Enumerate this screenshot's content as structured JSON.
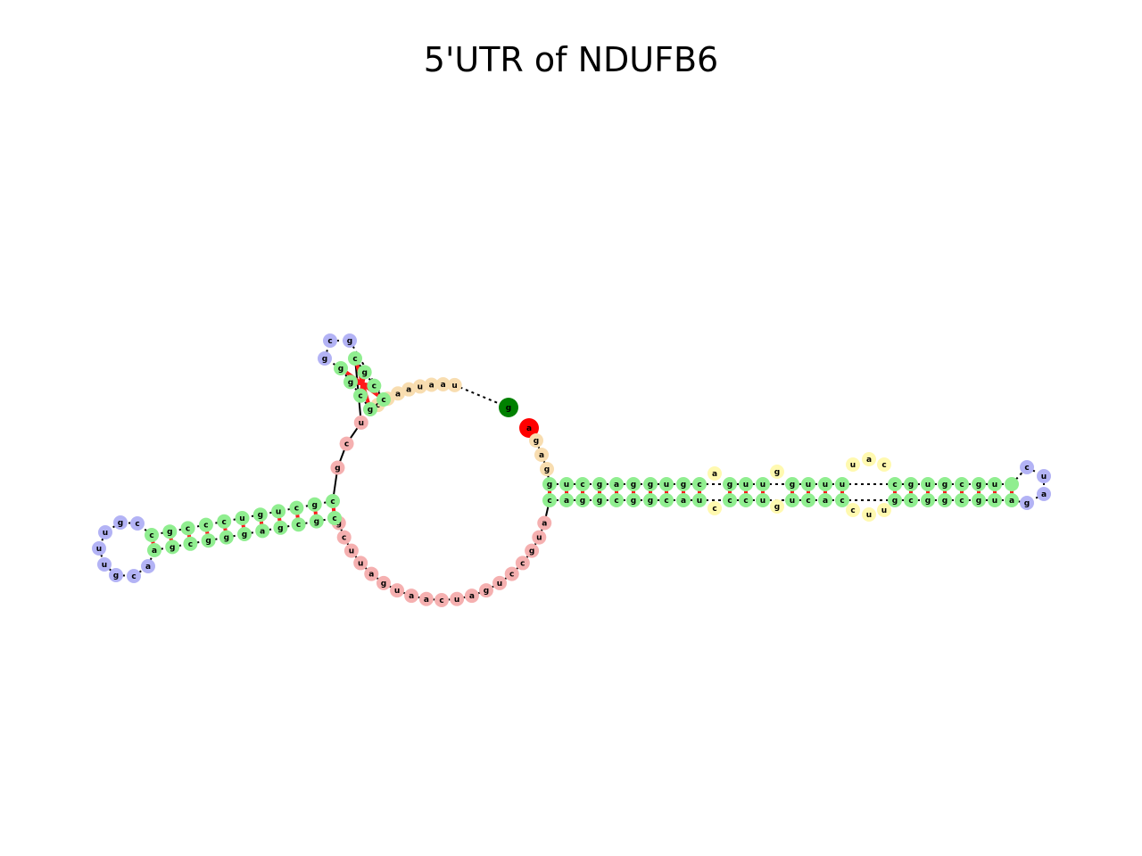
{
  "title": "5'UTR of NDUFB6",
  "colors": {
    "stem": "#90ee90",
    "hairpin_loop": "#b3b3f5",
    "interior_loop": "#fff9b0",
    "multiloop": "#f5b0b0",
    "five_prime_unpaired": "#f8ddb0",
    "start_marker": "#008000",
    "end_marker": "#ff0000",
    "base_pair": "#ff1a1a",
    "backbone": "#000000"
  },
  "sequence": {
    "five_prime_start": "g",
    "three_prime_end": "a",
    "five_prime_region": "u a a u a a c c",
    "helix_top_left_5p": "g c g g",
    "hairpin_top_left": "g c g",
    "helix_top_left_3p": "c c g c",
    "multiloop_left": "u c g",
    "helix_left_5p": "c g c u g u c c c g c",
    "hairpin_left": "c g u u u g c a",
    "helix_left_3p": "a g c g g g a g c g c",
    "multiloop_bottom": "g c u u a g u a a c u a g u c c g u a",
    "helix_right_5p": "g u c g a g g u g c g u u g u u u c g u g c g u",
    "hairpin_right": "c u a",
    "helix_right_3p": "c a g g c g g c a u c c u u c a c g c g g c g u a g g a"
  }
}
